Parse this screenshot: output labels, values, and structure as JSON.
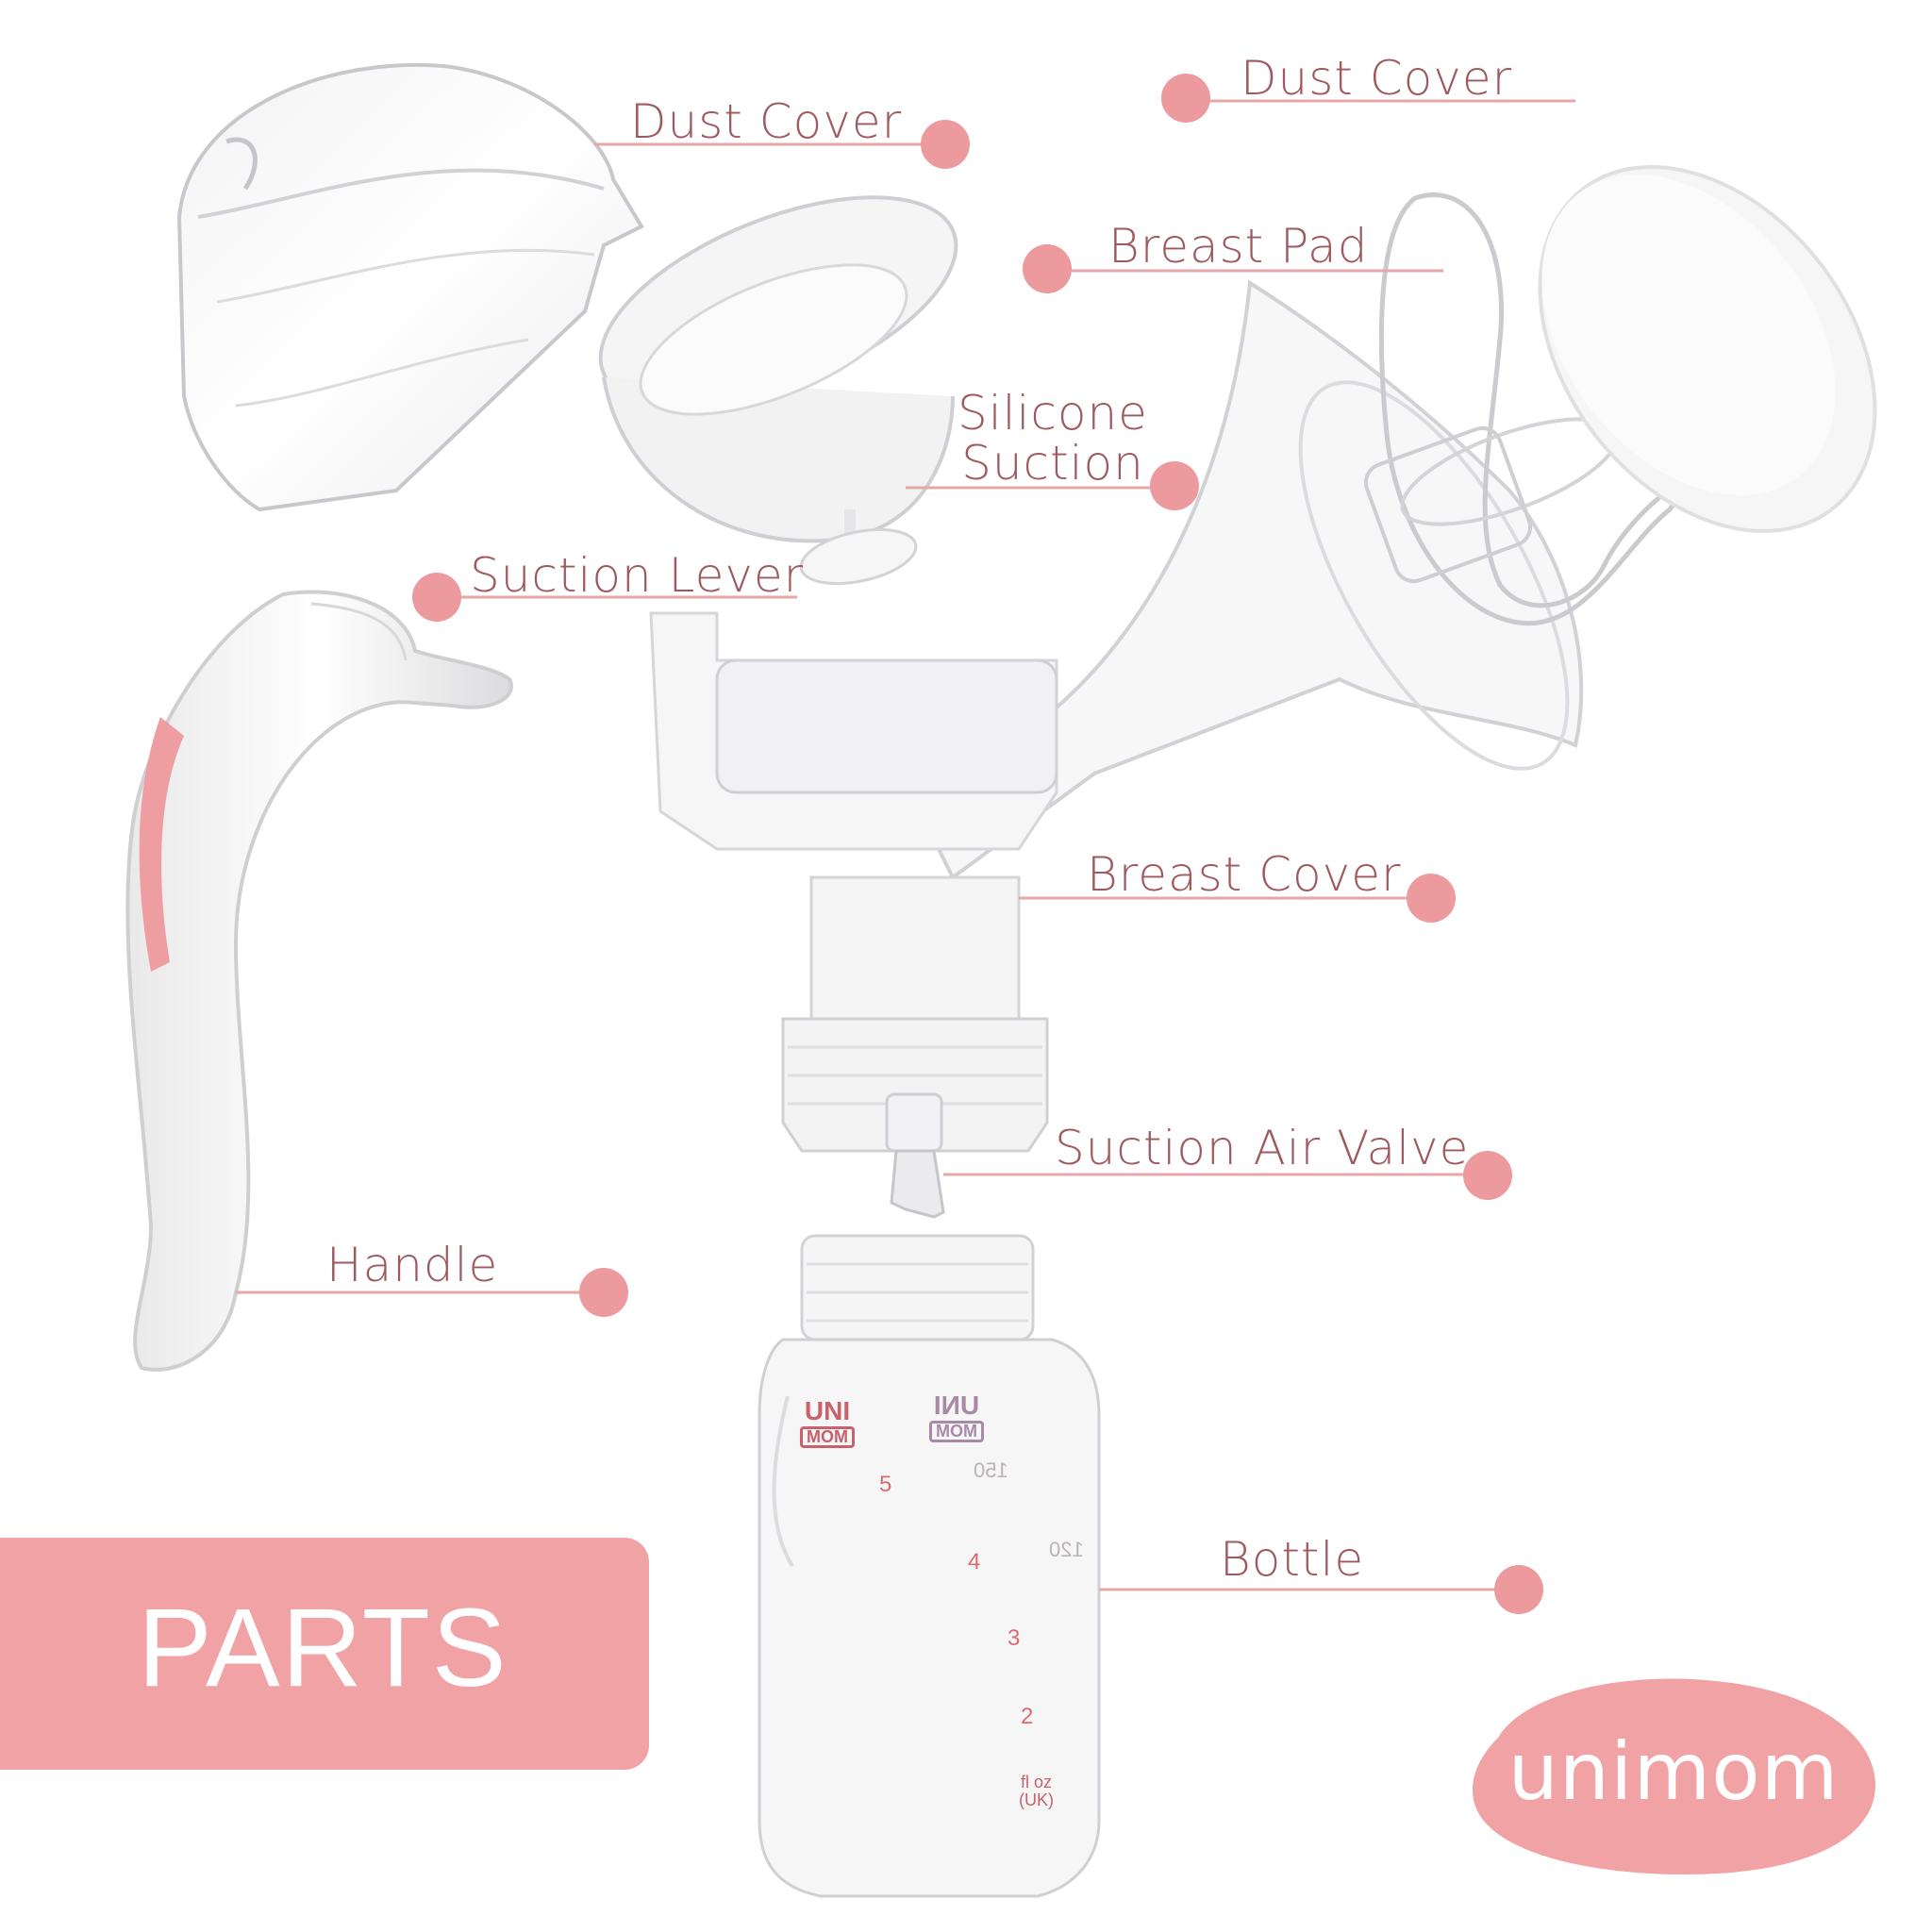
{
  "heading": "PARTS",
  "brand": "unimom",
  "colors": {
    "accent": "#f0a2a5",
    "dot": "#ec9a9e",
    "label_text": "#9e5a5e"
  },
  "callouts": [
    {
      "id": "dust-cover-left",
      "label": "Dust Cover"
    },
    {
      "id": "dust-cover-right",
      "label": "Dust Cover"
    },
    {
      "id": "breast-pad",
      "label": "Breast Pad"
    },
    {
      "id": "silicone-suction",
      "label_line1": "Silicone",
      "label_line2": "Suction"
    },
    {
      "id": "suction-lever",
      "label": "Suction Lever"
    },
    {
      "id": "breast-cover",
      "label": "Breast Cover"
    },
    {
      "id": "suction-air-valve",
      "label": "Suction Air Valve"
    },
    {
      "id": "handle",
      "label": "Handle"
    },
    {
      "id": "bottle",
      "label": "Bottle"
    }
  ],
  "bottle_markings": {
    "mark_top": "UNI",
    "mark_box": "MOM",
    "oz_scale": [
      "5",
      "4",
      "3",
      "2"
    ],
    "ml_scale": [
      "150",
      "120"
    ],
    "unit_line1": "fl oz",
    "unit_line2": "(UK)"
  },
  "icons": [
    "callout-dot",
    "product-photo"
  ]
}
